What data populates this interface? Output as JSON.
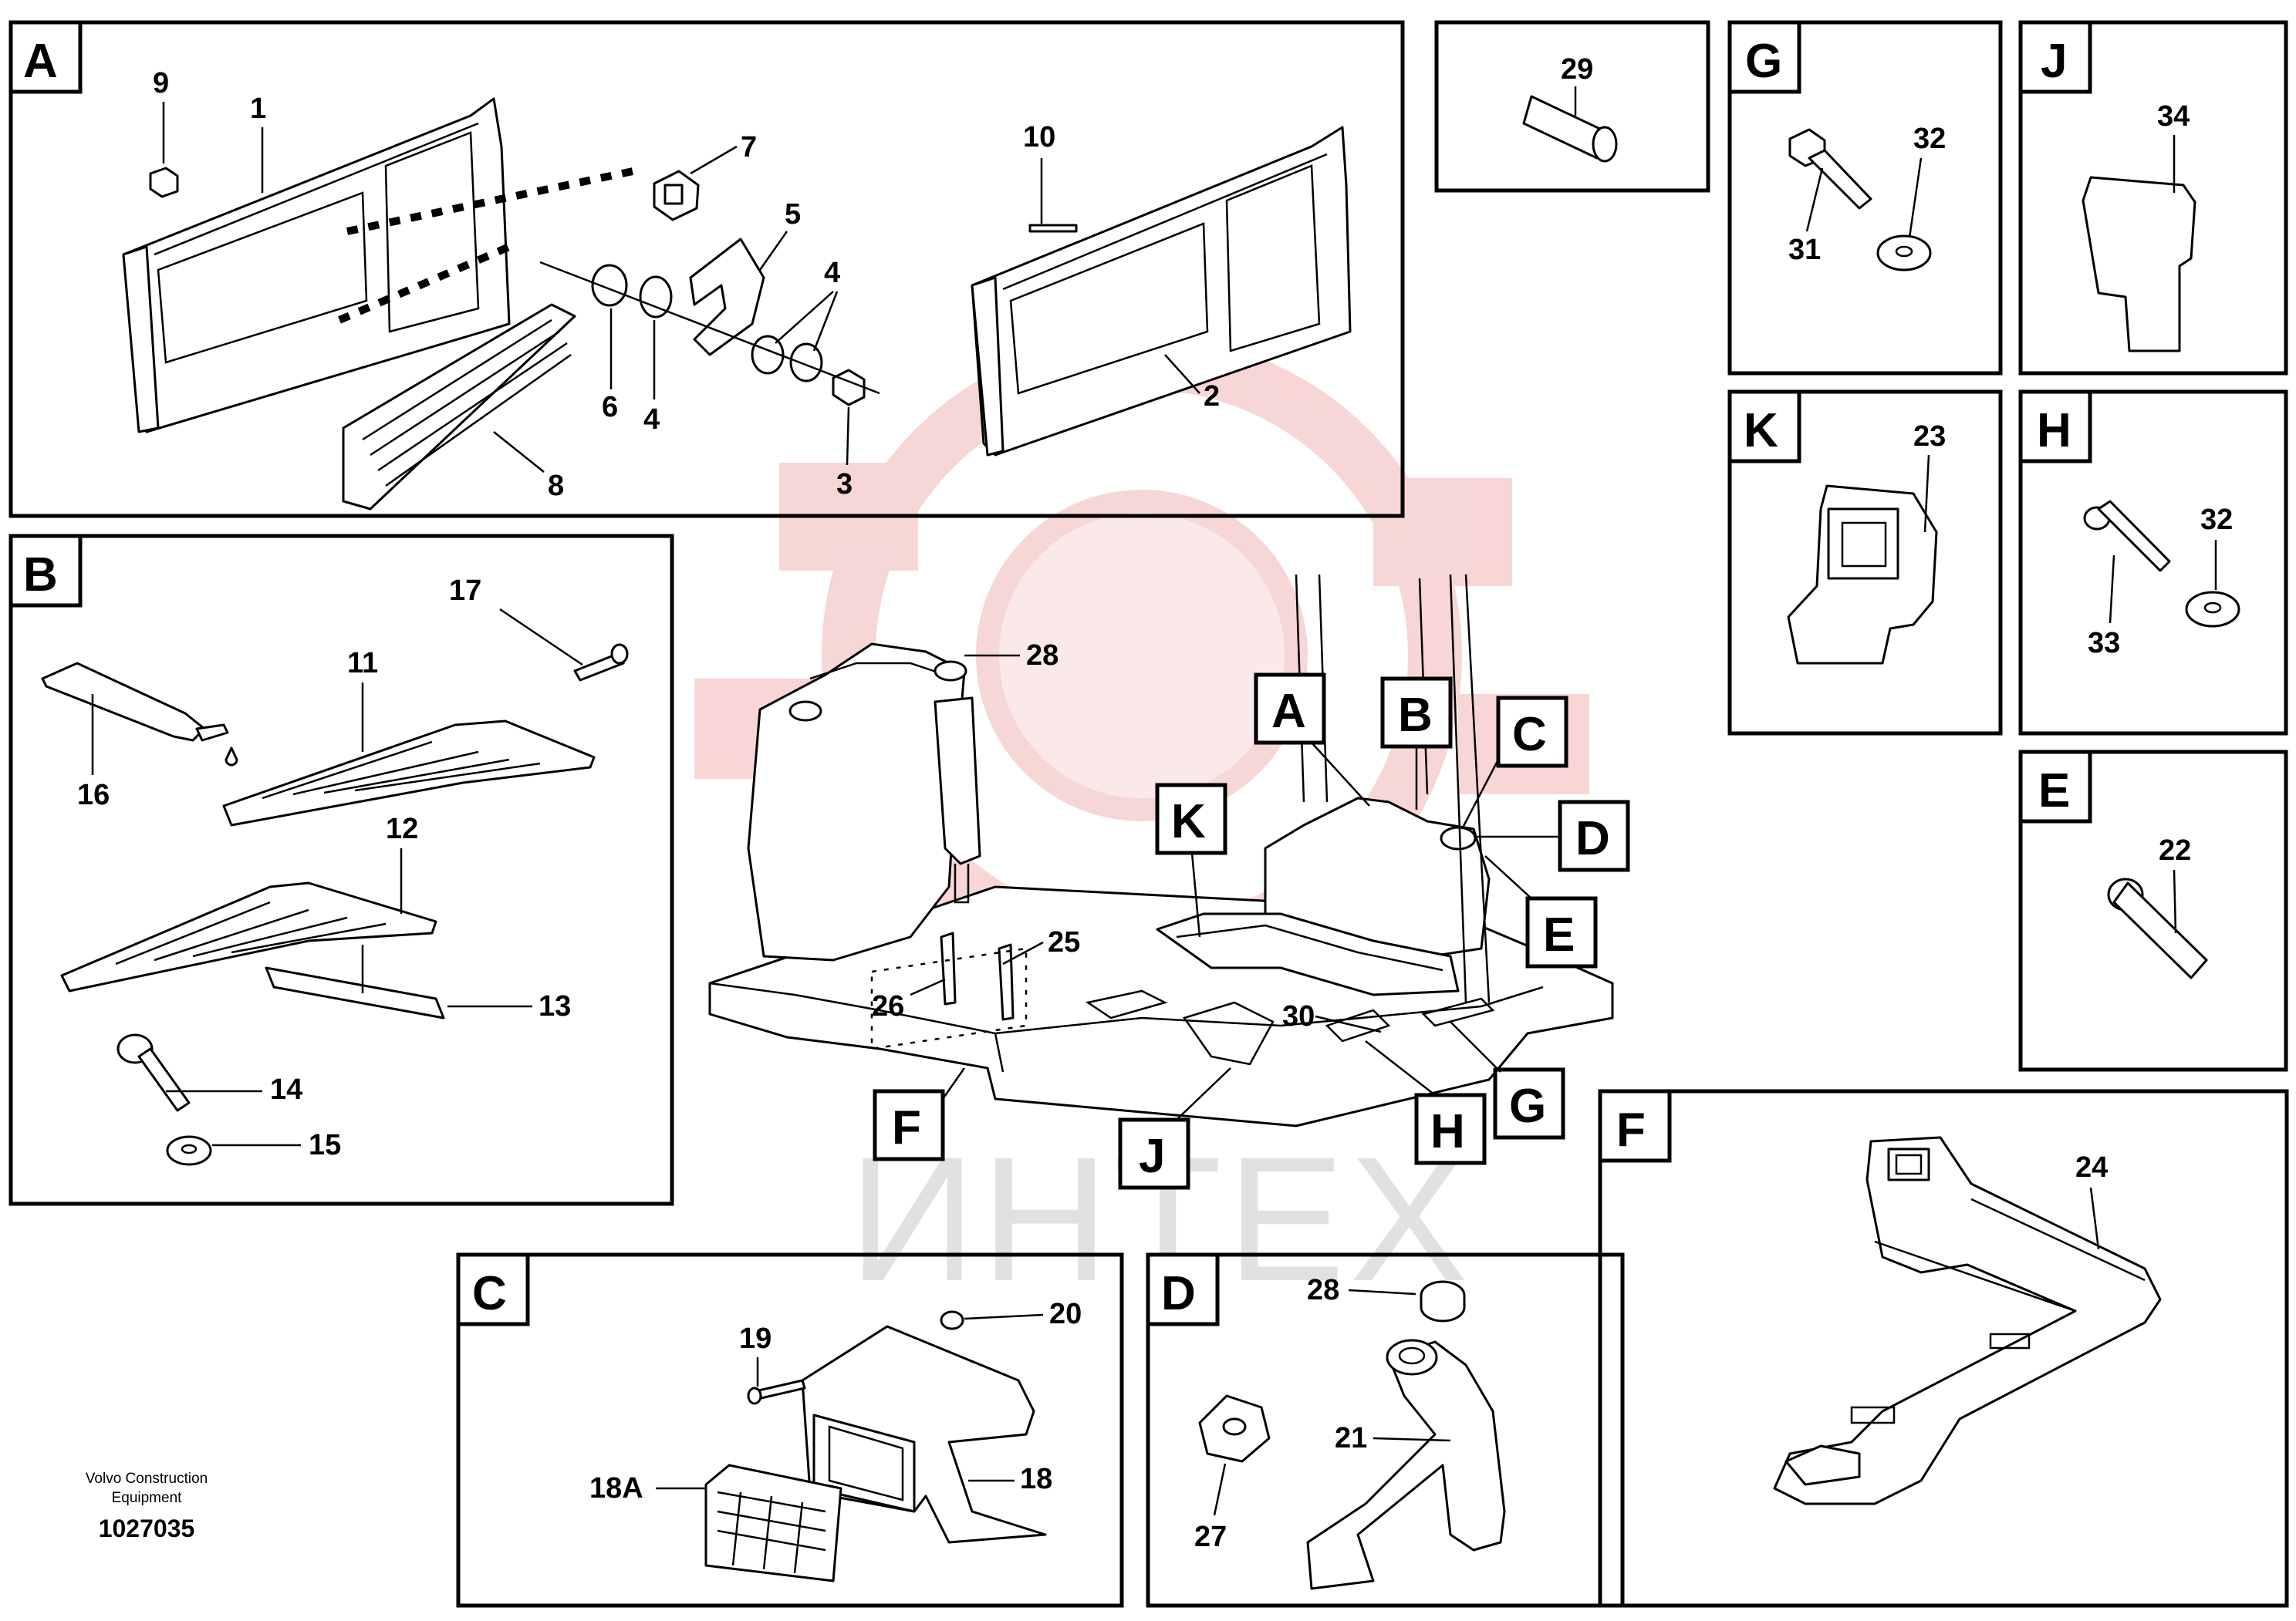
{
  "watermark": {
    "text": "ИНТЕХ",
    "logo_color": "#f2b5b5",
    "text_color": "#c9c9c9"
  },
  "credit": {
    "line1": "Volvo Construction",
    "line2": "Equipment",
    "document_number": "1027035"
  },
  "panels": {
    "A": {
      "tag": "A",
      "callouts": [
        "9",
        "1",
        "7",
        "5",
        "4",
        "6",
        "4",
        "3",
        "8",
        "10",
        "2"
      ]
    },
    "B": {
      "tag": "B",
      "callouts": [
        "17",
        "11",
        "16",
        "12",
        "13",
        "14",
        "15"
      ]
    },
    "C": {
      "tag": "C",
      "callouts": [
        "19",
        "20",
        "18A",
        "18"
      ]
    },
    "D": {
      "tag": "D",
      "callouts": [
        "28",
        "21",
        "27"
      ]
    },
    "E": {
      "tag": "E",
      "callouts": [
        "22"
      ]
    },
    "F": {
      "tag": "F",
      "callouts": [
        "24"
      ]
    },
    "G": {
      "tag": "G",
      "callouts": [
        "32",
        "31"
      ]
    },
    "H": {
      "tag": "H",
      "callouts": [
        "32",
        "33"
      ]
    },
    "J": {
      "tag": "J",
      "callouts": [
        "34"
      ]
    },
    "K": {
      "tag": "K",
      "callouts": [
        "23"
      ]
    },
    "P29": {
      "callouts": [
        "29"
      ]
    }
  },
  "main_view": {
    "callouts": [
      "28",
      "25",
      "26",
      "30"
    ],
    "location_tags": [
      "A",
      "B",
      "C",
      "D",
      "E",
      "K",
      "F",
      "J",
      "H",
      "G"
    ]
  }
}
